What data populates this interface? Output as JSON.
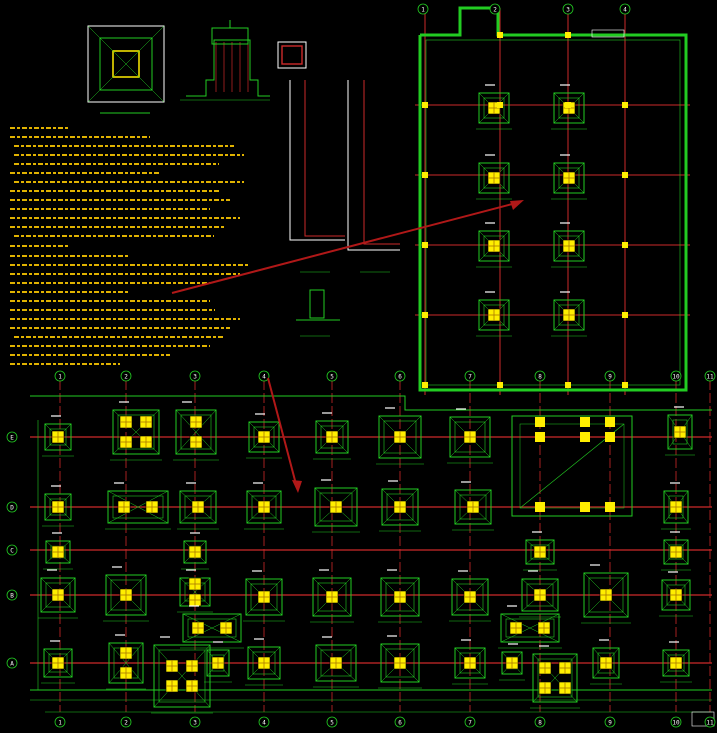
{
  "bottom_axis": [
    "1",
    "2",
    "3",
    "4",
    "5",
    "6",
    "7",
    "8",
    "9",
    "10",
    "11"
  ],
  "side_axis": [
    "E",
    "D",
    "C",
    "B",
    "A"
  ],
  "top_axis": [
    "1",
    "2",
    "3",
    "4",
    "5",
    "6"
  ],
  "colors": {
    "background": "#000000",
    "grid_line": "#cc2a2a",
    "outline": "#22cc22",
    "pad": "#ffee00",
    "notes": "#ffcc00",
    "arrow": "#b01818",
    "label": "#ffffff"
  }
}
